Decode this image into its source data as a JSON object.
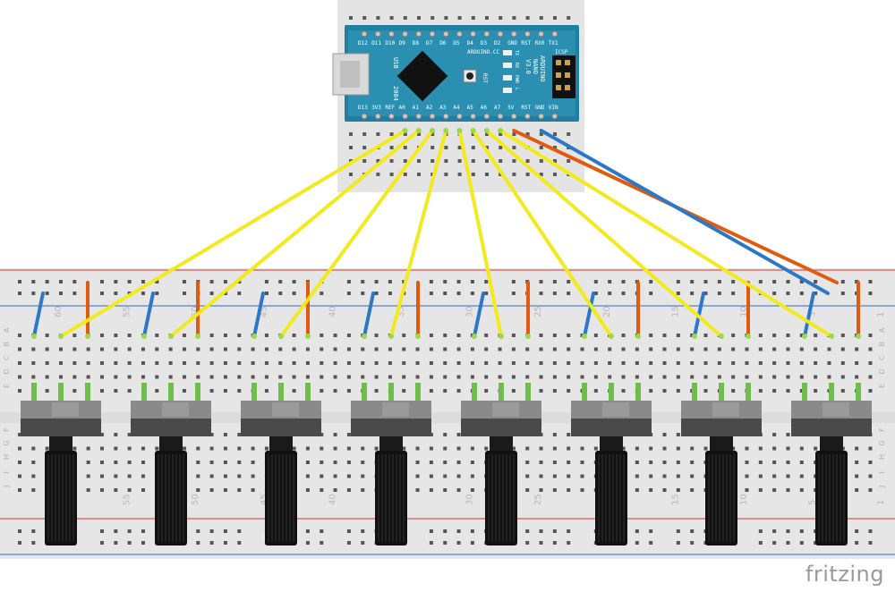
{
  "board": {
    "top_pins": [
      "D12",
      "D11",
      "D10",
      "D9",
      "D8",
      "D7",
      "D6",
      "D5",
      "D4",
      "D3",
      "D2",
      "GND",
      "RST",
      "RX0",
      "TX1"
    ],
    "bottom_pins": [
      "D13",
      "3V3",
      "REF",
      "A0",
      "A1",
      "A2",
      "A3",
      "A4",
      "A5",
      "A6",
      "A7",
      "5V",
      "RST",
      "GND",
      "VIN"
    ],
    "side_labels": {
      "usb": "USB",
      "ic": "2004",
      "rst": "RST"
    },
    "silk": {
      "brand": "ARDUINO.CC",
      "model": "ARDUINO",
      "model2": "NANO",
      "version": "V3.0",
      "icsp": "ICSP"
    },
    "leds": [
      "TX",
      "RX",
      "PWR",
      "L"
    ]
  },
  "breadboard": {
    "column_numbers": [
      "60",
      "55",
      "50",
      "45",
      "40",
      "35",
      "30",
      "25",
      "20",
      "15",
      "10",
      "5",
      "1"
    ],
    "row_letters_top": [
      "A",
      "B",
      "C",
      "D",
      "E"
    ],
    "row_letters_bottom": [
      "F",
      "G",
      "H",
      "I",
      "J"
    ]
  },
  "wire_colors": {
    "signal": "#f2ea1c",
    "ground": "#2b78c8",
    "power": "#e05a10",
    "pin": "#6dbf4a"
  },
  "potentiometer_count": 8,
  "branding": {
    "logo": "fritzing"
  }
}
